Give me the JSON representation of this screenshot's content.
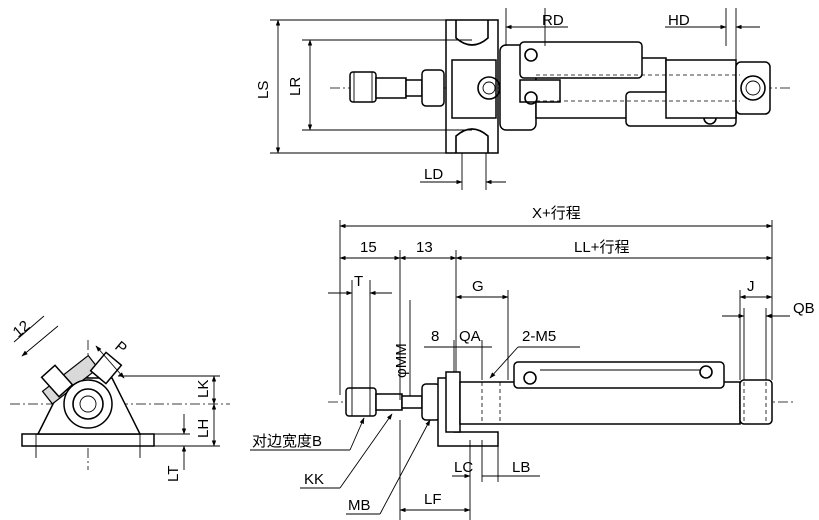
{
  "labels": {
    "rd": "RD",
    "hd": "HD",
    "ls": "LS",
    "lr": "LR",
    "ld": "LD",
    "x_stroke": "X+行程",
    "ll_stroke": "LL+行程",
    "dim_15": "15",
    "dim_13": "13",
    "t": "T",
    "g": "G",
    "j": "J",
    "qb": "QB",
    "dim_12": "12",
    "p": "P",
    "phi_mm": "φMM",
    "dim_8": "8",
    "qa": "QA",
    "m5": "2-M5",
    "lk": "LK",
    "lh": "LH",
    "lt": "LT",
    "width_across_flats": "对边宽度B",
    "kk": "KK",
    "lc": "LC",
    "lb": "LB",
    "mb": "MB",
    "lf": "LF"
  }
}
